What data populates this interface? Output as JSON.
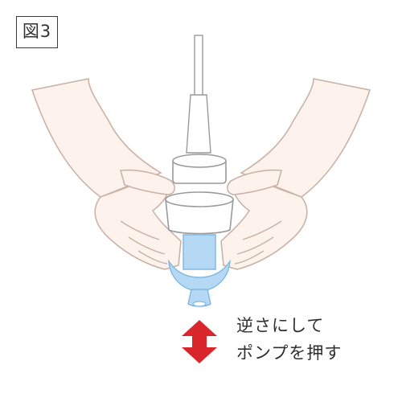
{
  "figure_label": "図3",
  "instruction": {
    "line1": "逆さにして",
    "line2": "ポンプを押す"
  },
  "icons": {
    "arrow": "up-down-arrow-icon"
  },
  "colors": {
    "skin_fill": "#fdf3ec",
    "skin_stroke": "#c9b3a6",
    "bottle_stroke": "#9a9a9a",
    "liquid": "#b5d9f4",
    "liquid_stroke": "#7fb7e2",
    "arrow": "#d9262c"
  }
}
